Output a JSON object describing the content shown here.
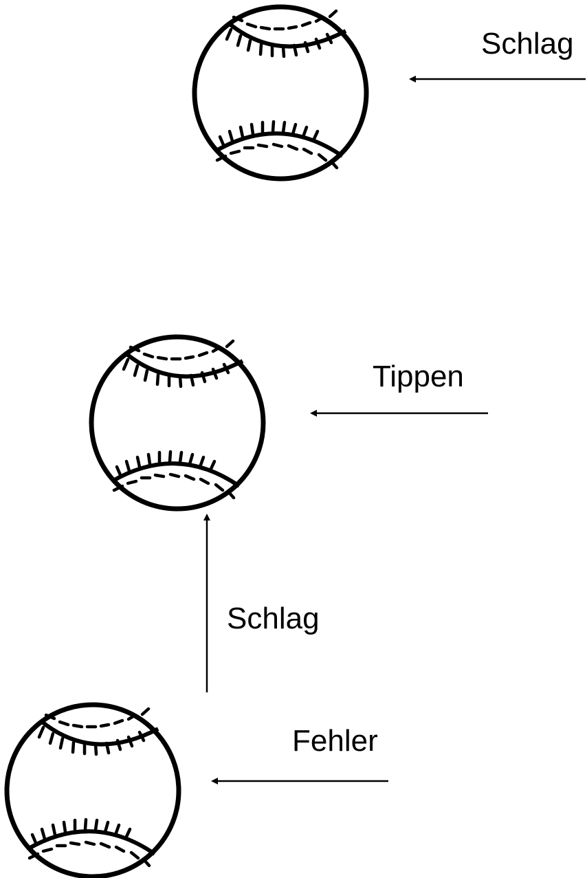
{
  "labels": {
    "top_arrow": "Schlag",
    "middle_arrow": "Tippen",
    "vertical_arrow": "Schlag",
    "bottom_arrow": "Fehler"
  },
  "balls": [
    {
      "name": "top-ball"
    },
    {
      "name": "middle-ball"
    },
    {
      "name": "bottom-ball"
    }
  ],
  "colors": {
    "stroke": "#000000",
    "background": "#ffffff"
  }
}
